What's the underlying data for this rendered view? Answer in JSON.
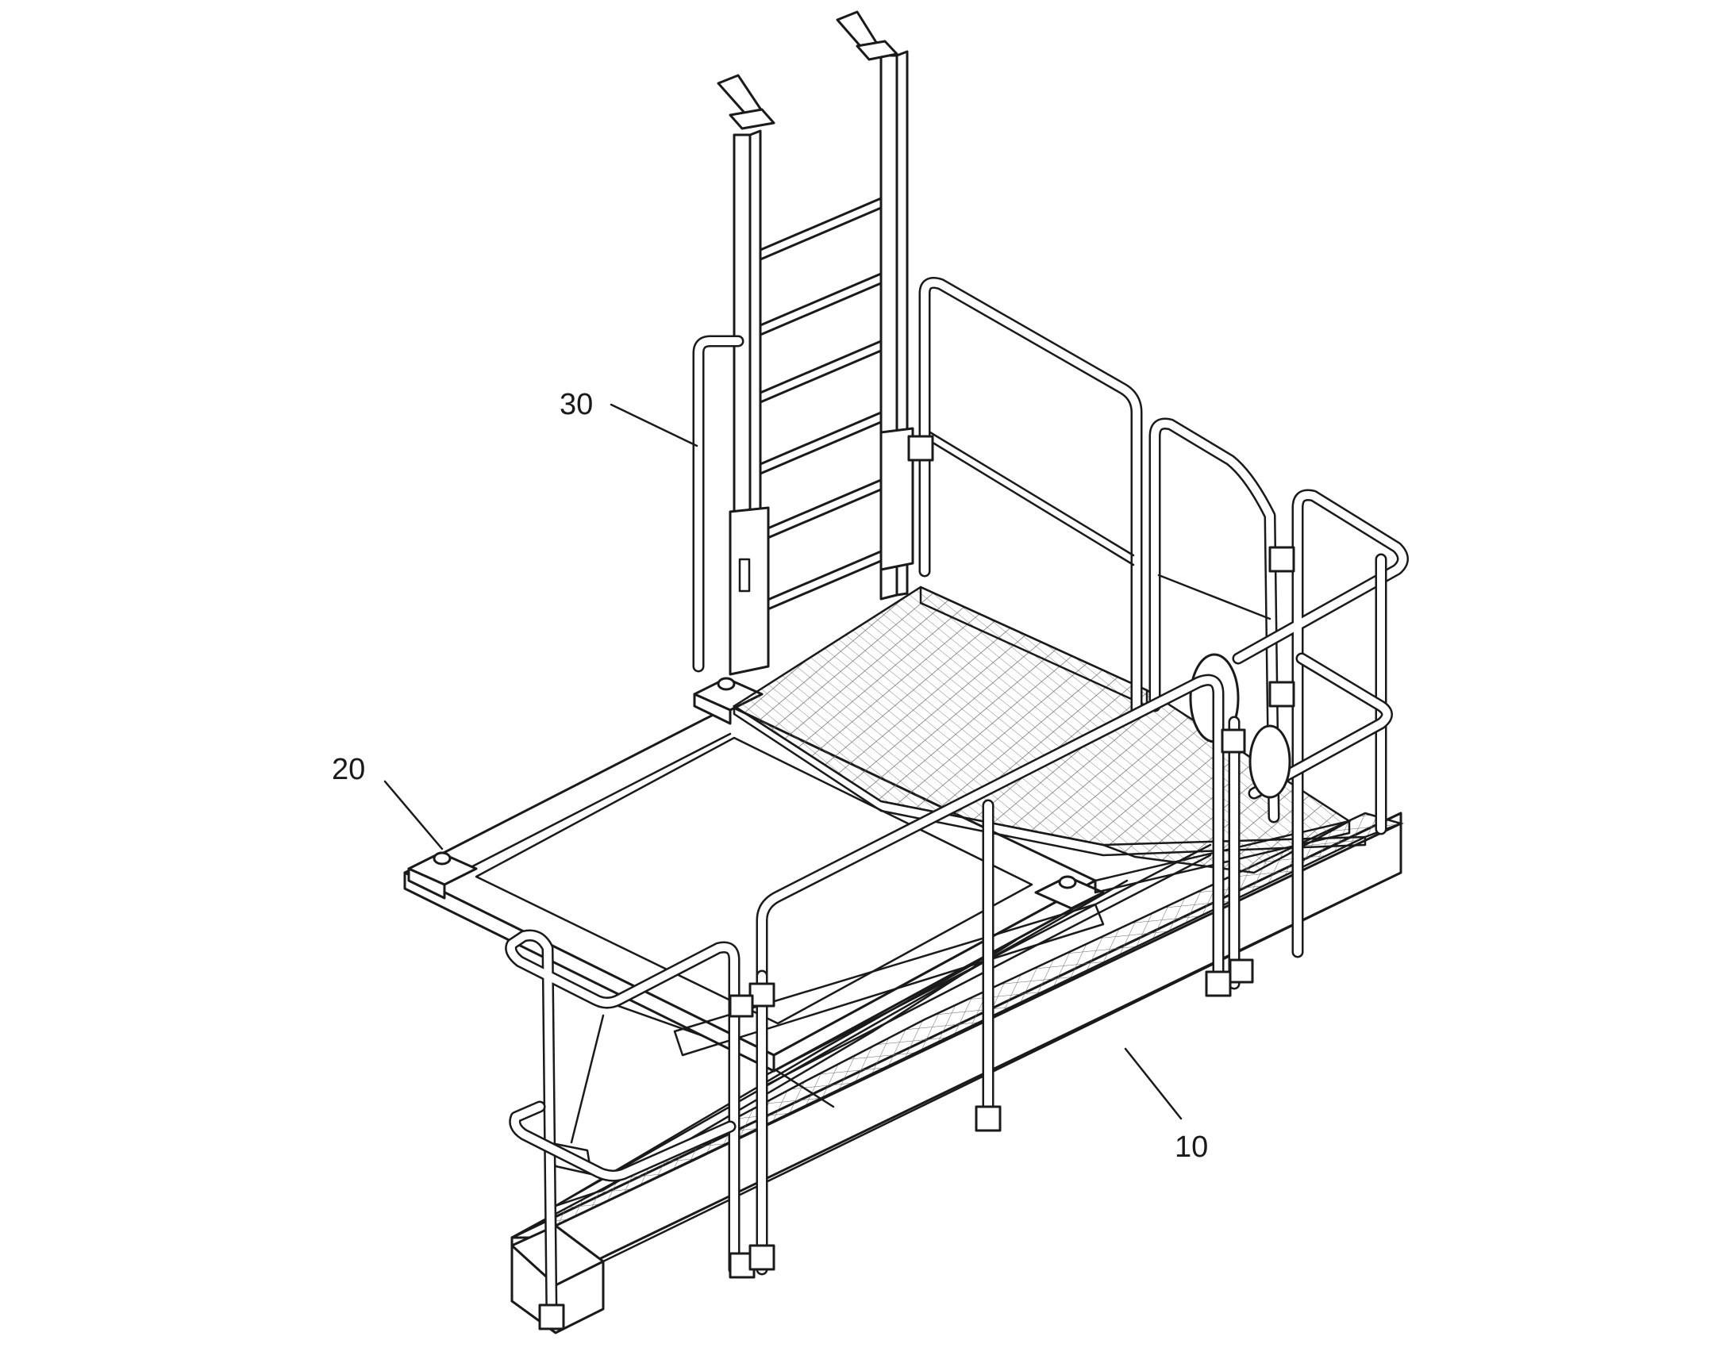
{
  "figure": {
    "reference_labels": {
      "ladder": "30",
      "extension_platform": "20",
      "base_walkway": "10"
    }
  }
}
